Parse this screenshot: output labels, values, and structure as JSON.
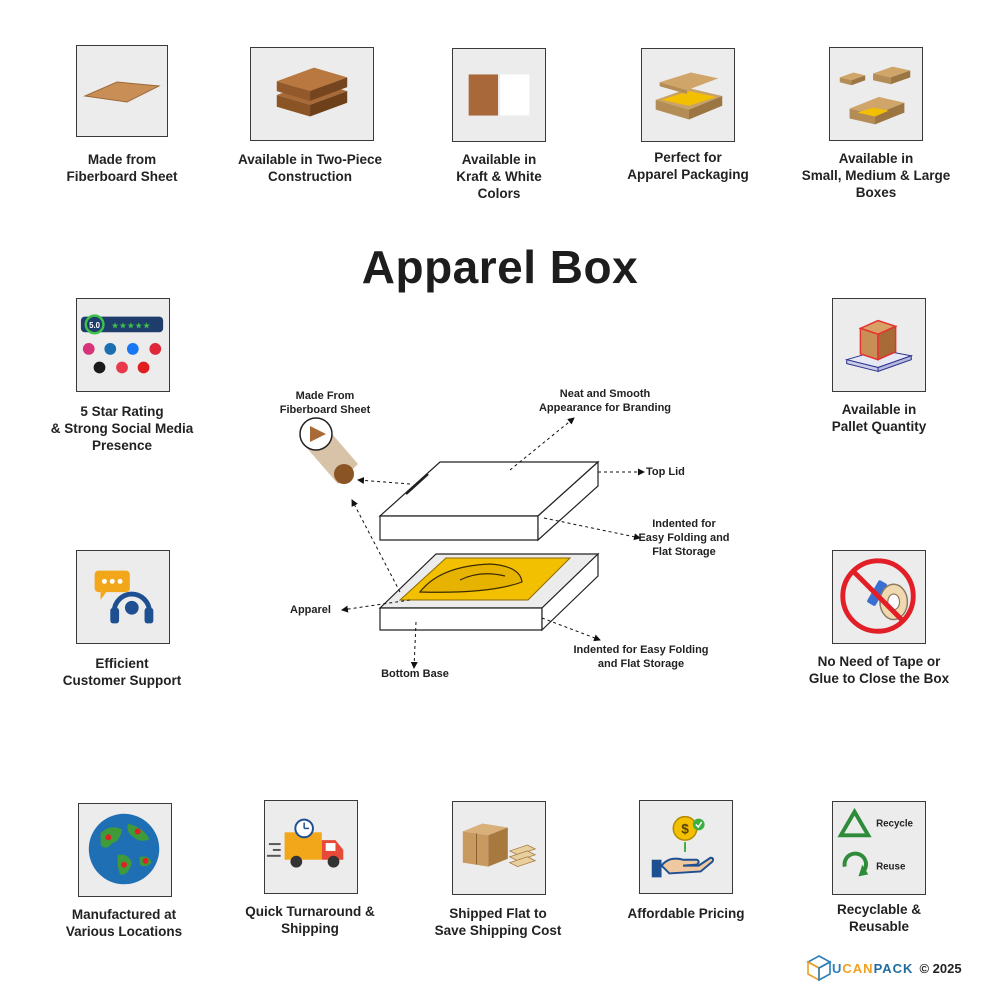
{
  "title": "Apparel Box",
  "features": {
    "fiberboard": "Made from\nFiberboard Sheet",
    "two_piece": "Available in Two-Piece\nConstruction",
    "colors": "Available in\nKraft & White\nColors",
    "apparel": "Perfect for\nApparel Packaging",
    "sizes": "Available in\nSmall, Medium & Large\nBoxes",
    "rating": "5 Star Rating\n& Strong Social Media\nPresence",
    "pallet": "Available in\nPallet Quantity",
    "support": "Efficient\nCustomer Support",
    "no_tape": "No Need of Tape or\nGlue to Close the Box",
    "locations": "Manufactured at\nVarious Locations",
    "turnaround": "Quick Turnaround &\nShipping",
    "shipped_flat": "Shipped Flat to\nSave Shipping Cost",
    "pricing": "Affordable Pricing",
    "recyclable": "Recyclable &\nReusable"
  },
  "rating_badge": "5.0",
  "recycle_card": {
    "recycle": "Recycle",
    "reuse": "Reuse"
  },
  "diagram": {
    "made_from": "Made From\nFiberboard Sheet",
    "neat": "Neat and Smooth\nAppearance for Branding",
    "top_lid": "Top Lid",
    "indented_1": "Indented for\nEasy Folding and\nFlat Storage",
    "apparel": "Apparel",
    "indented_2": "Indented for Easy Folding\nand Flat Storage",
    "bottom_base": "Bottom Base"
  },
  "brand": {
    "u": "U",
    "can": "CAN",
    "pack": "PACK",
    "copyright": "© 2025"
  },
  "colors": {
    "kraft": "#b87a45",
    "yellow": "#f2c000",
    "card_bg": "#ececec",
    "accent_blue": "#2b7fb8"
  }
}
